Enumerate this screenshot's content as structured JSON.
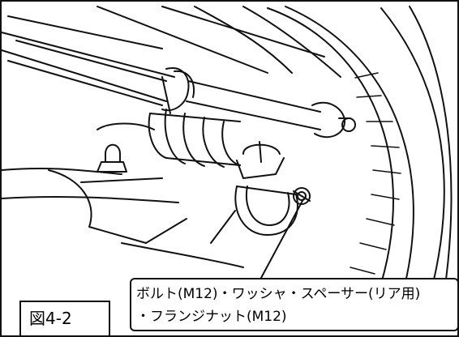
{
  "figure": {
    "number_label": "図4-2"
  },
  "callout": {
    "line1": "ボルト(M12)・ワッシャ・スペーサー(リア用)",
    "line2": "・フランジナット(M12)"
  },
  "colors": {
    "line": "#111111",
    "background": "#ffffff"
  }
}
